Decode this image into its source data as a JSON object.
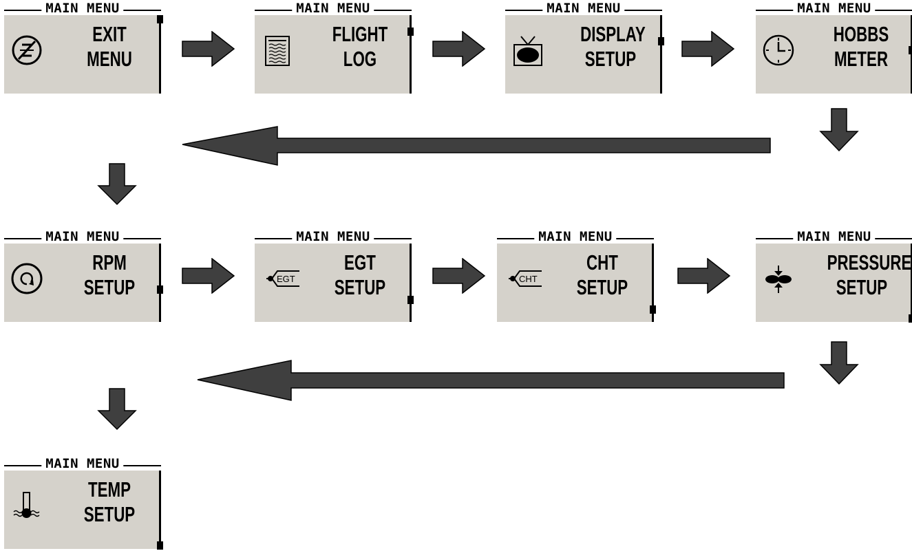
{
  "screens": [
    {
      "title": "MAIN MENU",
      "line1": "EXIT",
      "line2": "MENU",
      "icon": "no-entry-icon"
    },
    {
      "title": "MAIN MENU",
      "line1": "FLIGHT",
      "line2": "LOG",
      "icon": "log-sheet-icon"
    },
    {
      "title": "MAIN MENU",
      "line1": "DISPLAY",
      "line2": "SETUP",
      "icon": "tv-icon"
    },
    {
      "title": "MAIN MENU",
      "line1": "HOBBS",
      "line2": "METER",
      "icon": "clock-icon"
    },
    {
      "title": "MAIN MENU",
      "line1": "RPM",
      "line2": "SETUP",
      "icon": "rpm-gauge-icon"
    },
    {
      "title": "MAIN MENU",
      "line1": "EGT",
      "line2": "SETUP",
      "icon": "egt-probe-icon",
      "probe_text": "EGT"
    },
    {
      "title": "MAIN MENU",
      "line1": "CHT",
      "line2": "SETUP",
      "icon": "cht-probe-icon",
      "probe_text": "CHT"
    },
    {
      "title": "MAIN MENU",
      "line1": "PRESSURE",
      "line2": "SETUP",
      "icon": "pressure-icon"
    },
    {
      "title": "MAIN MENU",
      "line1": "TEMP",
      "line2": "SETUP",
      "icon": "thermometer-icon"
    }
  ],
  "colors": {
    "screen_bg": "#d5d2cb",
    "arrow_fill": "#3f3f3f",
    "ink": "#000000"
  }
}
